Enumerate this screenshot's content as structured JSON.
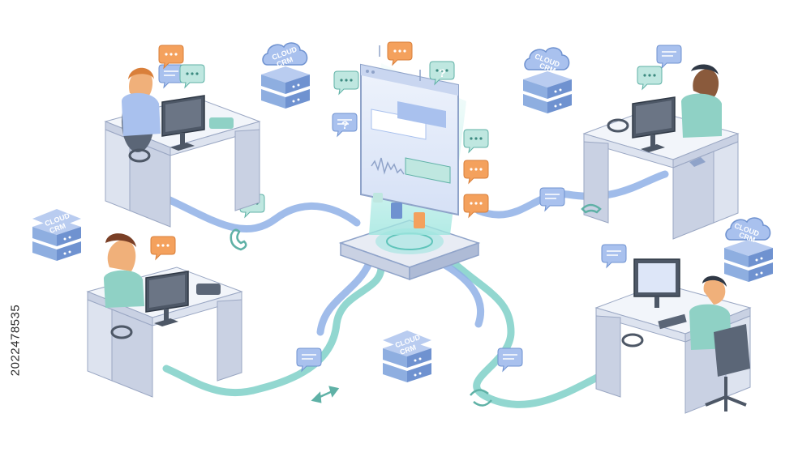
{
  "image": {
    "description_id": "2022478535",
    "cloud_label_line1": "CLOUD",
    "cloud_label_line2": "CRM",
    "colors": {
      "cable_blue": "#8fb0e6",
      "cable_teal": "#7fd0c8",
      "desk": "#e8ecf4",
      "desk_side": "#c9d1e3",
      "server_blue": "#8eaee0",
      "bubble_orange": "#f4a15d",
      "bubble_teal": "#bfe7e0",
      "bubble_blue": "#a9c1ee",
      "shirt_teal": "#8fd1c5",
      "shirt_blue": "#a9c1ee",
      "hologram": "#c9f1ee"
    },
    "icons": [
      "headset-icon",
      "phone-icon",
      "chat-bubble-icon",
      "question-icon",
      "contact-icon",
      "swap-arrows-icon",
      "refresh-arrows-icon",
      "cloud-crm-icon"
    ]
  }
}
